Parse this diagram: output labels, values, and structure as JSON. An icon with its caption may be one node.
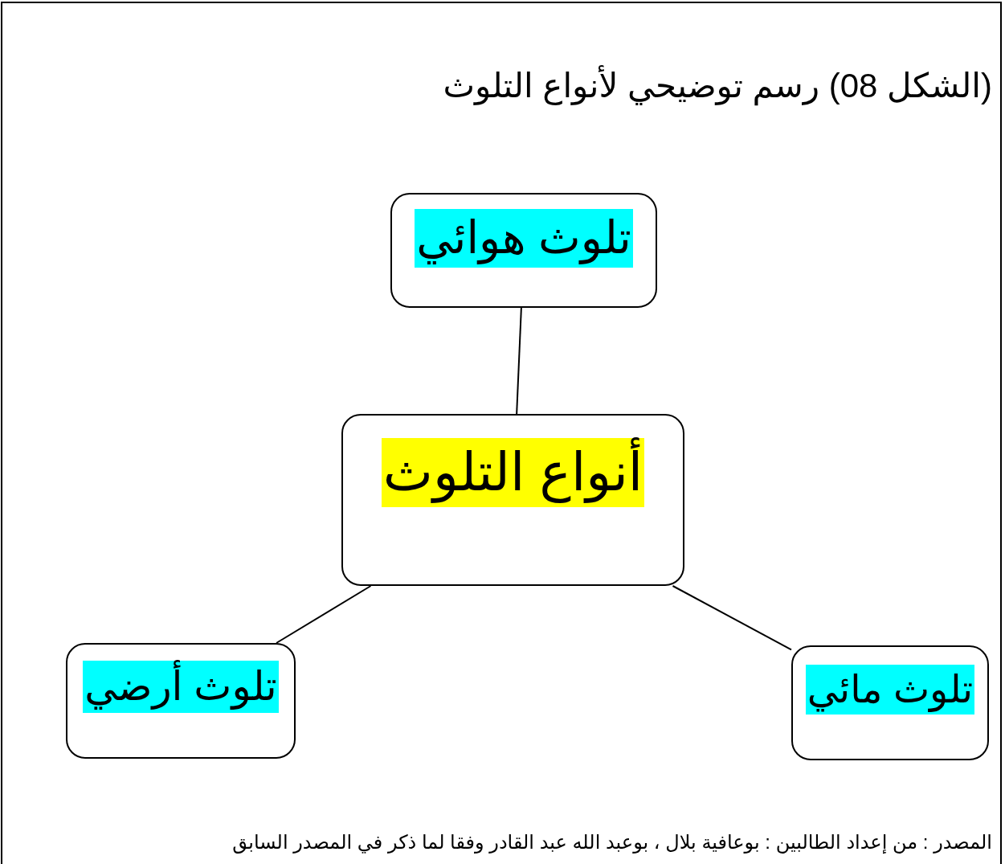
{
  "diagram": {
    "title": "(الشكل 08) رسم توضيحي لأنواع التلوث",
    "nodes": [
      {
        "text": [
          "تلوث هوائي"
        ]
      },
      {
        "text": [
          "أنواع التلوث"
        ]
      },
      {
        "text": [
          "تلوث أرضي"
        ]
      },
      {
        "text": [
          "تلوث مائي"
        ]
      }
    ],
    "edges": [
      {
        "from": 1,
        "to": 0,
        "arrow": "none"
      },
      {
        "from": 1,
        "to": 2,
        "arrow": "none"
      },
      {
        "from": 1,
        "to": 3,
        "arrow": "none"
      }
    ],
    "caption": "المصدر : من إعداد الطالبين : بوعافية بلال ، بوعبد الله عبد القادر وفقا لما ذكر في المصدر السابق"
  }
}
